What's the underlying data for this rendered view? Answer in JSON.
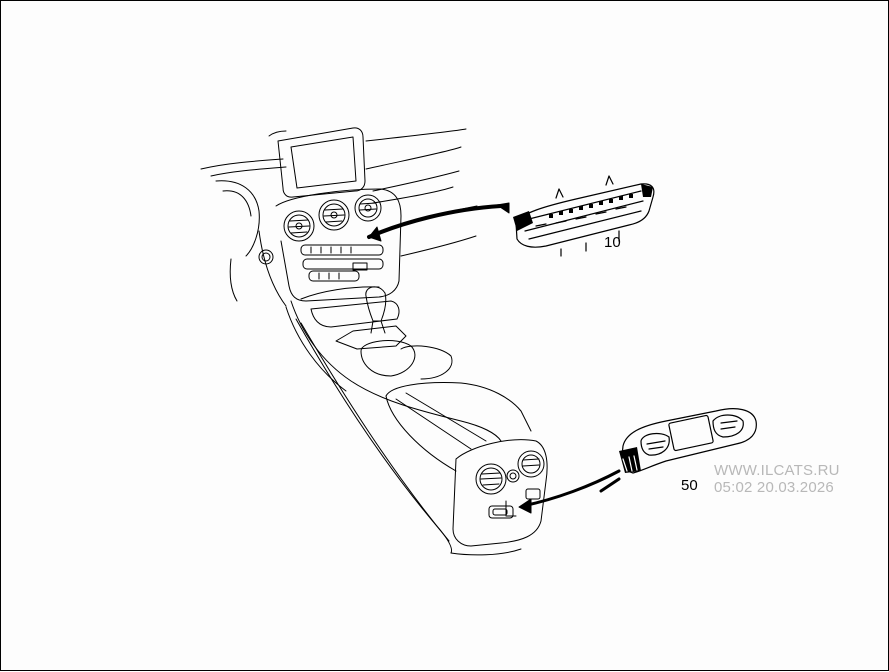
{
  "diagram": {
    "type": "exploded-parts-illustration",
    "subject": "Dashboard center stack and center console with climate control units",
    "parts": [
      {
        "callout": "10",
        "description": "front climate control panel (center dashboard)",
        "arrow_target": "center stack below air vents"
      },
      {
        "callout": "50",
        "description": "rear climate control panel (rear of center console)",
        "arrow_target": "rear console below rear air vents"
      }
    ]
  },
  "watermark": {
    "line1": "WWW.ILCATS.RU",
    "line2": "05:02 20.03.2026",
    "color": "#b8b8b8"
  },
  "colors": {
    "background": "#fdfdfd",
    "line": "#000000",
    "border": "#000000"
  }
}
